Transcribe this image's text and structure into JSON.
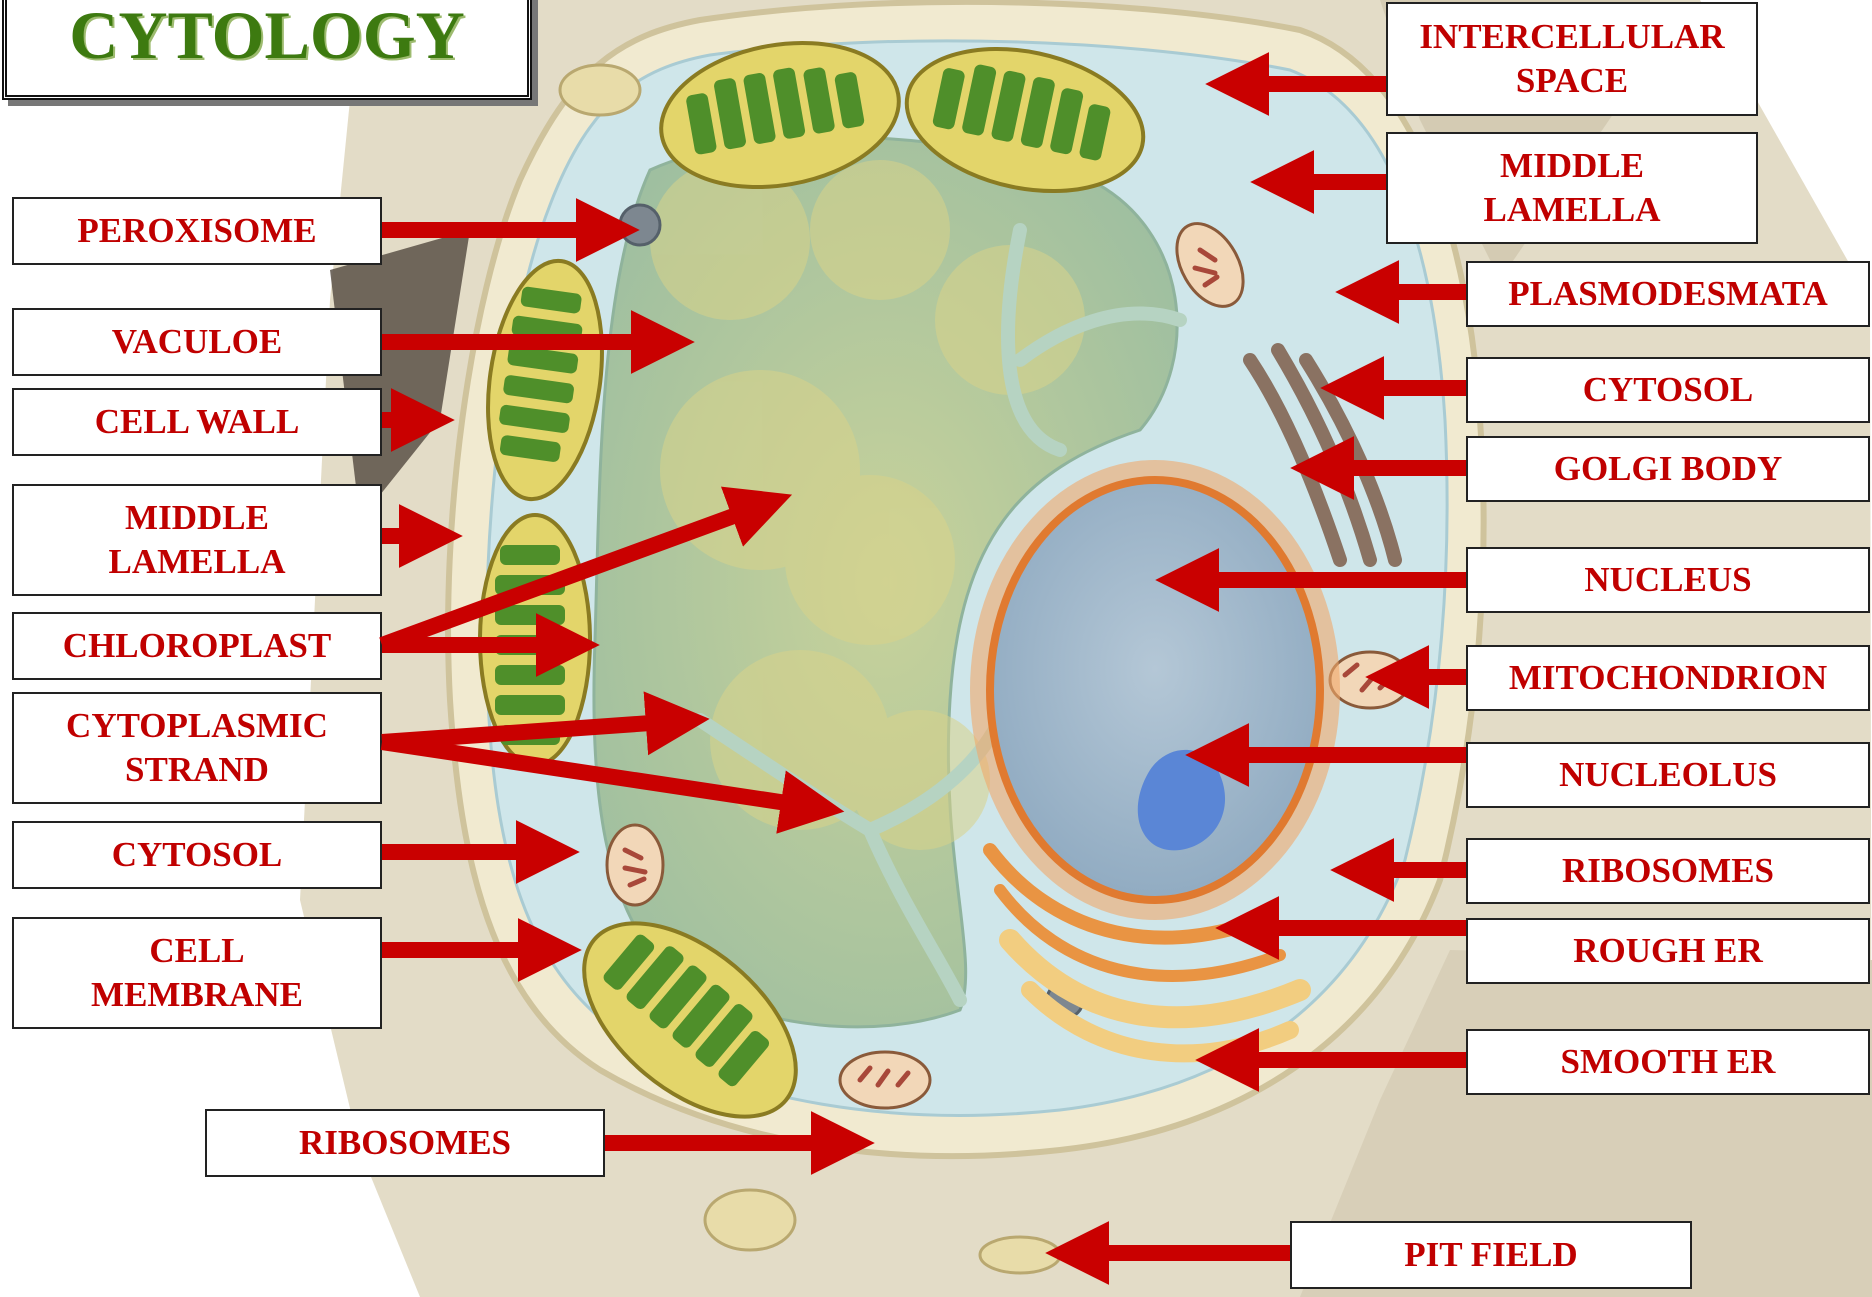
{
  "title": "CYTOLOGY",
  "colors": {
    "label_text": "#c00000",
    "arrow": "#c90000",
    "title_text": "#3d7a10",
    "cytosol": "#cfe6ea",
    "vacuole": "#a9c6a4",
    "chloroplast": "#e3d56a",
    "thylakoid": "#4f8f2a",
    "nucleus": "#9fb9d0",
    "nucleolus": "#5a86d6",
    "wall": "#efe6c8",
    "background_tissue": "#ddd5bf"
  },
  "labels": {
    "intercellular_space": [
      "INTERCELLULAR",
      "SPACE"
    ],
    "middle_lamella_right": [
      "MIDDLE",
      "LAMELLA"
    ],
    "plasmodesmata": [
      "PLASMODESMATA"
    ],
    "cytosol_right": [
      "CYTOSOL"
    ],
    "golgi_body": [
      "GOLGI BODY"
    ],
    "nucleus": [
      "NUCLEUS"
    ],
    "mitochondrion": [
      "MITOCHONDRION"
    ],
    "nucleolus": [
      "NUCLEOLUS"
    ],
    "ribosomes_right": [
      "RIBOSOMES"
    ],
    "rough_er": [
      "ROUGH ER"
    ],
    "smooth_er": [
      "SMOOTH ER"
    ],
    "pit_field": [
      "PIT FIELD"
    ],
    "peroxisome": [
      "PEROXISOME"
    ],
    "vacuole": [
      "VACULOE"
    ],
    "cell_wall": [
      "CELL WALL"
    ],
    "middle_lamella_left": [
      "MIDDLE",
      "LAMELLA"
    ],
    "chloroplast": [
      "CHLOROPLAST"
    ],
    "cytoplasmic_strand": [
      "CYTOPLASMIC",
      "STRAND"
    ],
    "cytosol_left": [
      "CYTOSOL"
    ],
    "cell_membrane": [
      "CELL",
      "MEMBRANE"
    ],
    "ribosomes_bottom": [
      "RIBOSOMES"
    ]
  }
}
